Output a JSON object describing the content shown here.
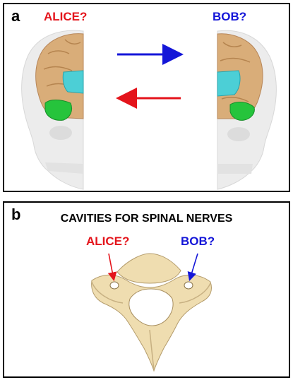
{
  "panel_a": {
    "letter": "a",
    "left_label": "ALICE?",
    "right_label": "BOB?"
  },
  "panel_b": {
    "letter": "b",
    "title": "CAVITIES FOR SPINAL NERVES",
    "left_label": "ALICE?",
    "right_label": "BOB?"
  },
  "colors": {
    "alice": "#e4141b",
    "bob": "#1416d8",
    "brain": "#d9ad79",
    "temporal": "#4ccfd6",
    "frontal": "#26c43c",
    "bone": "#efddb0"
  }
}
